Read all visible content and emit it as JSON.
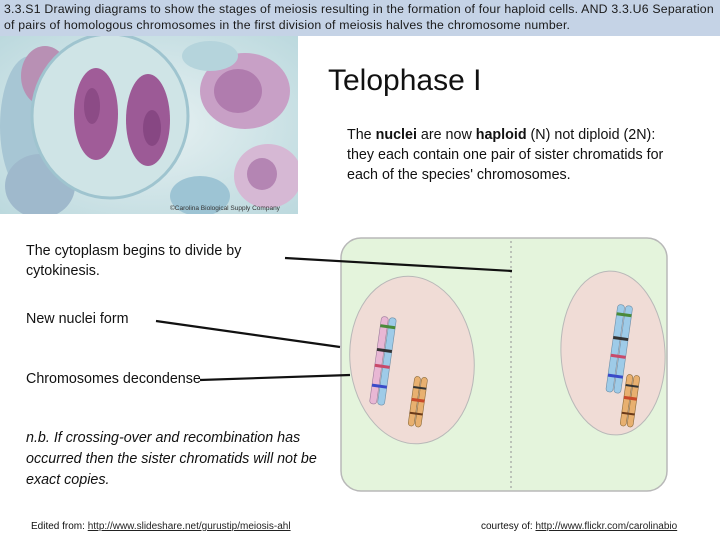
{
  "header": {
    "title": "3.3.S1 Drawing diagrams to show the stages of meiosis resulting in the formation of four haploid cells. AND 3.3.U6 Separation of pairs of homologous chromosomes in the first division of meiosis halves the chromosome number."
  },
  "photo": {
    "credit": "©Carolina Biological Supply Company"
  },
  "slide": {
    "title": "Telophase I",
    "description_parts": {
      "p1": "The ",
      "b1": "nuclei",
      "p2": " are now ",
      "b2": "haploid",
      "p3": " (N) not diploid (2N): they each contain one pair of sister chromatids for each of the species' chromosomes."
    }
  },
  "labels": {
    "cytokinesis": "The cytoplasm begins to divide by cytokinesis.",
    "nuclei": "New nuclei form",
    "decondense": "Chromosomes decondense",
    "note": "n.b. If crossing-over and recombination has occurred then the sister chromatids will not be exact copies."
  },
  "footer": {
    "edited_prefix": "Edited from: ",
    "edited_link": "http://www.slideshare.net/gurustip/meiosis-ahl",
    "courtesy_prefix": "courtesy of: ",
    "courtesy_link": "http://www.flickr.com/carolinabio"
  },
  "colors": {
    "header_bg": "#c5d3e6",
    "cell_fill": "#e4f4dc",
    "cell_stroke": "#b8b8b8",
    "nucleus_fill": "#f0dcd6",
    "chromosome_blue": "#9ecbe8",
    "chromosome_pink": "#e8b7d4",
    "chromosome_orange": "#e8b070",
    "pointer_line": "#111111"
  }
}
